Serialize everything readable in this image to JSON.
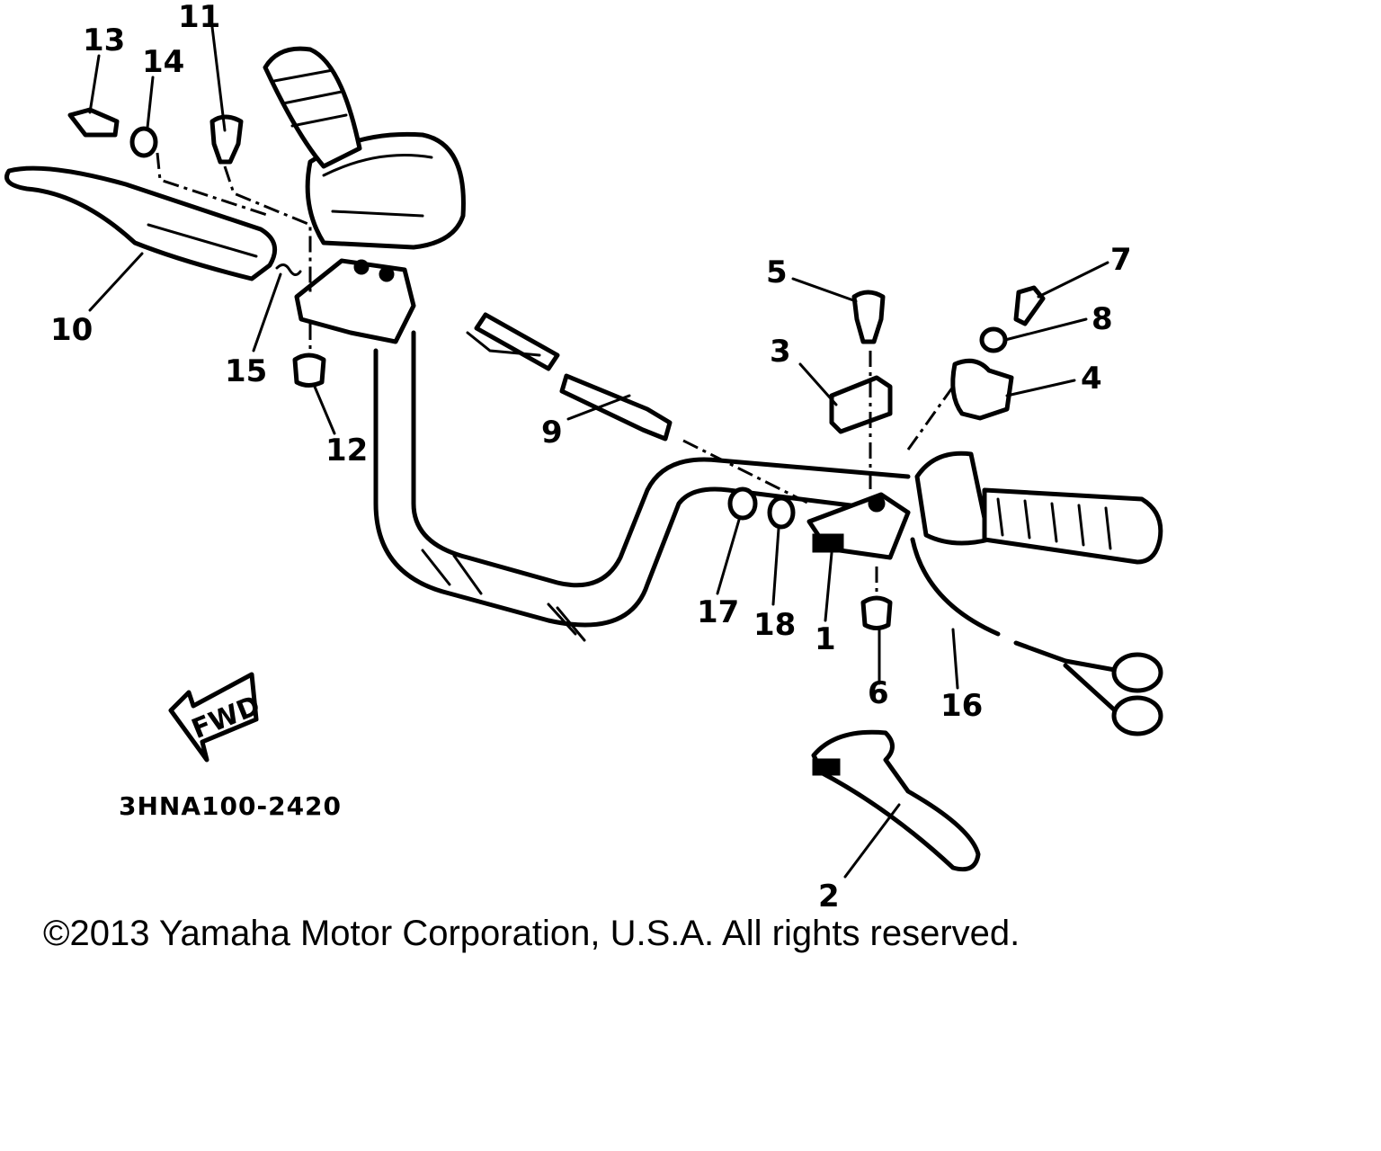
{
  "callouts": {
    "c1": "1",
    "c2": "2",
    "c3": "3",
    "c4": "4",
    "c5": "5",
    "c6": "6",
    "c7": "7",
    "c8": "8",
    "c9": "9",
    "c10": "10",
    "c11": "11",
    "c12": "12",
    "c13": "13",
    "c14": "14",
    "c15": "15",
    "c16": "16",
    "c17": "17",
    "c18": "18"
  },
  "fwd_label": "FWD",
  "part_code": "3HNA100-2420",
  "copyright": "©2013 Yamaha Motor Corporation, U.S.A. All rights reserved."
}
